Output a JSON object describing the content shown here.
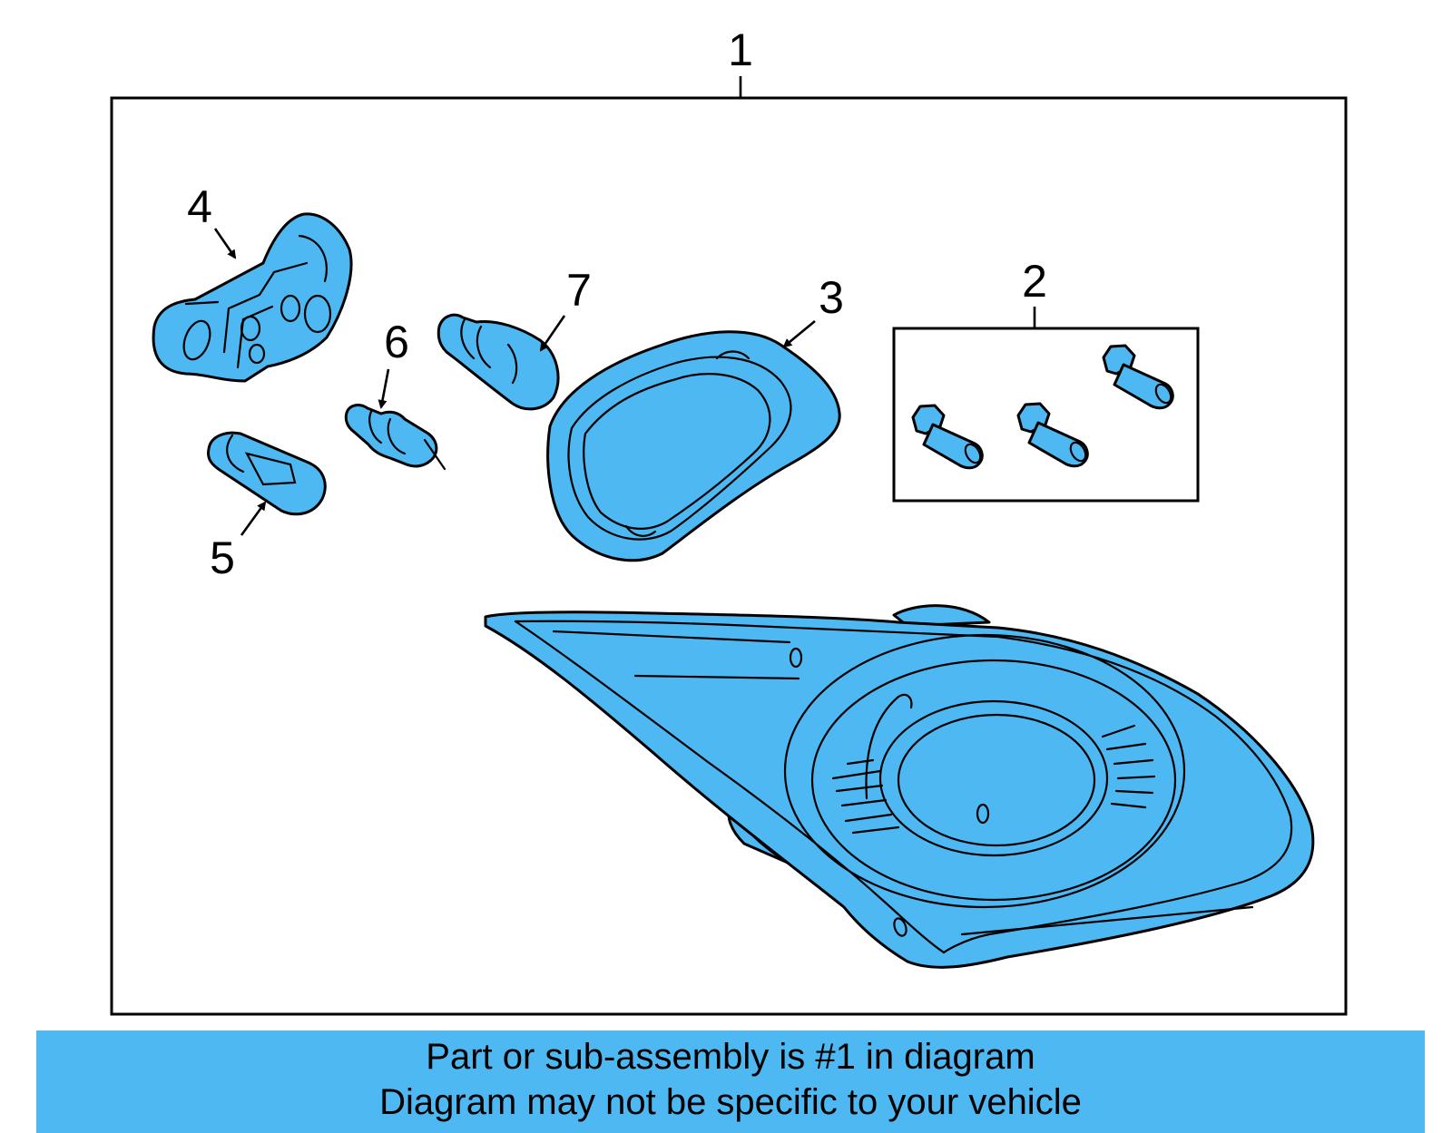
{
  "callouts": {
    "c1": "1",
    "c2": "2",
    "c3": "3",
    "c4": "4",
    "c5": "5",
    "c6": "6",
    "c7": "7"
  },
  "caption": {
    "line1": "Part or sub-assembly is #1 in diagram",
    "line2": "Diagram may not be specific to your vehicle"
  },
  "colors": {
    "part_fill": "#4db8f2",
    "caption_bg": "#4db8f2",
    "line": "#000000"
  }
}
